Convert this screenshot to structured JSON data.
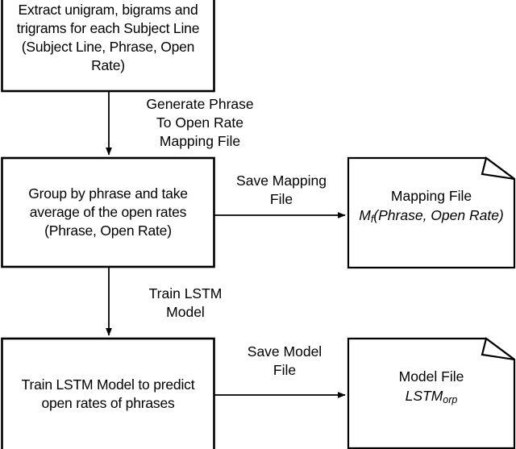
{
  "diagram": {
    "title": "Phrase to Open Rate LSTM pipeline flowchart",
    "stroke_color": "#000000",
    "background_color": "#ffffff",
    "nodes": [
      {
        "id": "extract-ngrams",
        "shape": "rectangle",
        "text": "Extract unigram, bigrams and\ntrigrams for each Subject Line\n(Subject Line, Phrase, Open\nRate)"
      },
      {
        "id": "group-by-phrase",
        "shape": "rectangle",
        "text": "Group by phrase and take\naverage of the open rates\n(Phrase, Open Rate)"
      },
      {
        "id": "train-lstm",
        "shape": "rectangle",
        "text": "Train LSTM Model to predict\nopen rates of phrases"
      },
      {
        "id": "mapping-file",
        "shape": "document",
        "title": "Mapping File",
        "formula_base": "M",
        "formula_sub": "f",
        "formula_tail": "(Phrase, Open Rate)"
      },
      {
        "id": "model-file",
        "shape": "document",
        "title": "Model File",
        "formula_base": "LSTM",
        "formula_sub": "orp",
        "formula_tail": ""
      }
    ],
    "edges": [
      {
        "id": "edge-generate-mapping",
        "from": "extract-ngrams",
        "to": "group-by-phrase",
        "direction": "down",
        "label": "Generate Phrase\nTo Open Rate\nMapping File"
      },
      {
        "id": "edge-save-mapping",
        "from": "group-by-phrase",
        "to": "mapping-file",
        "direction": "right",
        "label": "Save Mapping\nFile"
      },
      {
        "id": "edge-train-lstm",
        "from": "group-by-phrase",
        "to": "train-lstm",
        "direction": "down",
        "label": "Train LSTM\nModel"
      },
      {
        "id": "edge-save-model",
        "from": "train-lstm",
        "to": "model-file",
        "direction": "right",
        "label": "Save Model\nFile"
      }
    ]
  }
}
